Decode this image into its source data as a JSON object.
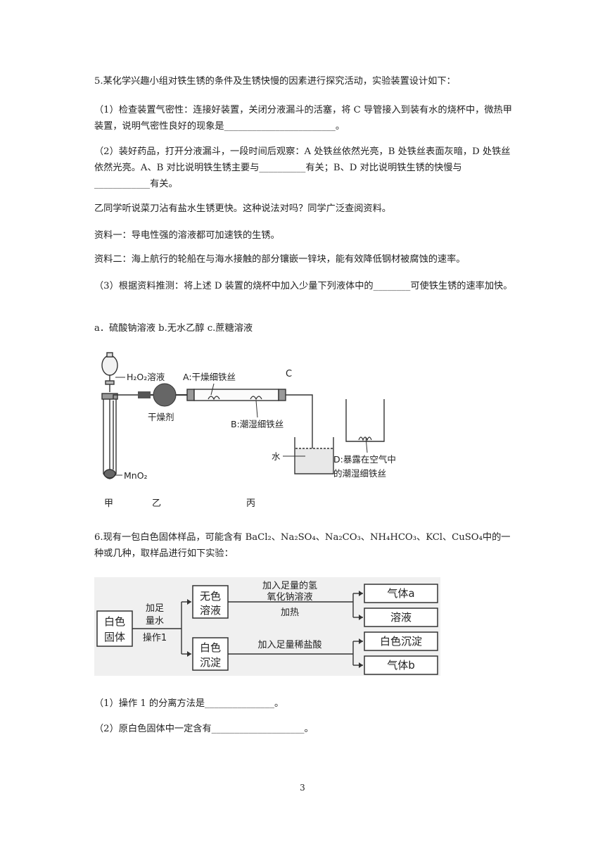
{
  "q5": {
    "intro": "5.某化学兴趣小组对铁生锈的条件及生锈快慢的因素进行探究活动，实验装置设计如下：",
    "p1": "（1）检查装置气密性：连接好装置，关闭分液漏斗的活塞，将 C 导管接入到装有水的烧杯中，微热甲装置，说明气密性良好的现象是________________________。",
    "p2": "（2）装好药品，打开分液漏斗，一段时间后观察：A 处铁丝依然光亮，B 处铁丝表面灰暗，D 处铁丝依然光亮。A、B 对比说明铁生锈主要与__________有关；B、D 对比说明铁生锈的快慢与____________有关。",
    "p3": "乙同学听说菜刀沾有盐水生锈更快。这种说法对吗？同学广泛查阅资料。",
    "p4": "资料一：导电性强的溶液都可加速铁的生锈。",
    "p5": "资料二：海上航行的轮船在与海水接触的部分镶嵌一锌块，能有效降低钢材被腐蚀的速率。",
    "p6": "（3）根据资料推测：将上述 D 装置的烧杯中加入少量下列液体中的________可使铁生锈的速率加快。",
    "p7": "a．硫酸钠溶液 b.无水乙醇 c.蔗糖溶液",
    "figure": {
      "h2o2": "H₂O₂溶液",
      "a": "A:干燥细铁丝",
      "c": "C",
      "desiccant": "干燥剂",
      "b": "B:潮湿细铁丝",
      "water": "水",
      "d_line1": "D:暴露在空气中",
      "d_line2": "的潮湿细铁丝",
      "mno2": "MnO₂",
      "jia": "甲",
      "yi": "乙",
      "bing": "丙"
    }
  },
  "q6": {
    "intro": "6.现有一包白色固体样品，可能含有 BaCl₂、Na₂SO₄、Na₂CO₃、NH₄HCO₃、KCl、CuSO₄中的一种或几种，取样品进行如下实验：",
    "flow": {
      "solid1": "白色",
      "solid2": "固体",
      "add1": "加足",
      "add2": "量水",
      "op": "操作1",
      "sol1": "无色",
      "sol2": "溶液",
      "ppt1": "白色",
      "ppt2": "沉淀",
      "naoh1": "加入足量的氢",
      "naoh2": "氧化钠溶液",
      "heat": "加热",
      "hcl": "加入足量稀盐酸",
      "gas_a": "气体a",
      "solution": "溶液",
      "white_ppt": "白色沉淀",
      "gas_b": "气体b"
    },
    "p1": "（1）操作 1 的分离方法是_______________。",
    "p2": "（2）原白色固体中一定含有____________________。"
  },
  "page_number": "3"
}
